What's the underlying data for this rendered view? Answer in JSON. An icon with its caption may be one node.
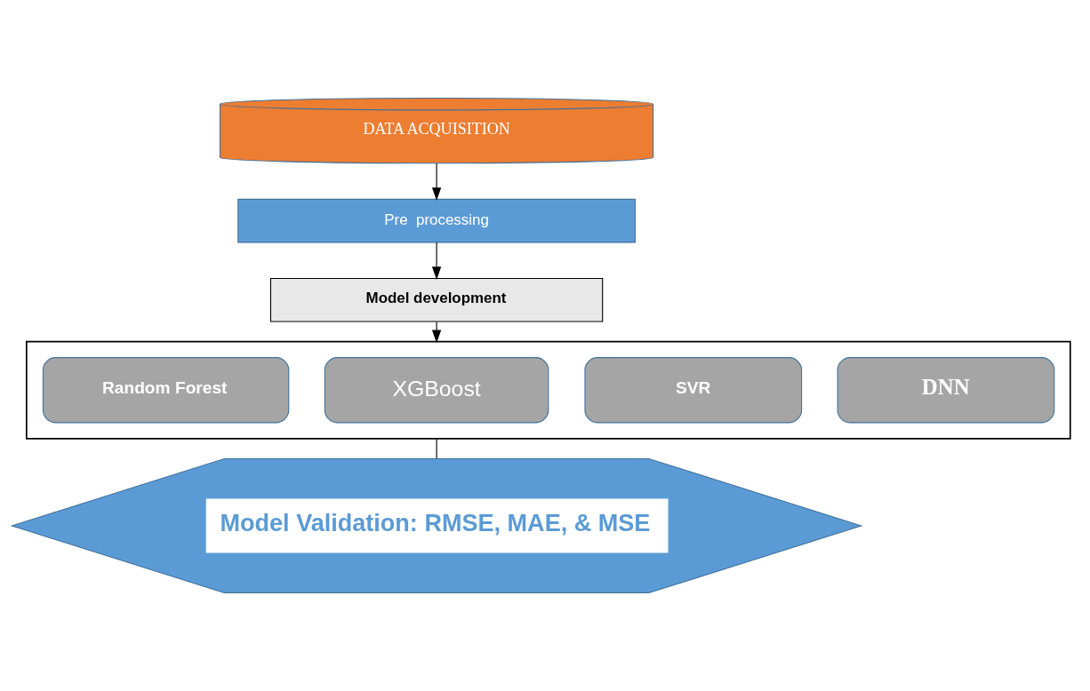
{
  "diagram": {
    "nodes": [
      {
        "text": [
          "DATA ACQUISITION"
        ]
      },
      {
        "text": [
          "Pre  processing"
        ]
      },
      {
        "text": [
          "Model development"
        ]
      },
      {
        "text": [],
        "shape": "box"
      },
      {
        "text": [
          "Random Forest"
        ],
        "in": 3
      },
      {
        "text": [
          "XGBoost"
        ],
        "in": 3
      },
      {
        "text": [
          "SVR"
        ],
        "in": 3
      },
      {
        "text": [
          "DNN"
        ],
        "in": 3
      },
      {
        "text": [
          "Model Validation: RMSE, MAE, & MSE"
        ]
      }
    ],
    "edges": [
      {
        "from": 0,
        "to": 1,
        "arrow": "to"
      },
      {
        "from": 1,
        "to": 2,
        "arrow": "to"
      },
      {
        "from": 2,
        "to": 3,
        "arrow": "to"
      },
      {
        "from": 3,
        "to": 8,
        "arrow": "none"
      }
    ]
  }
}
